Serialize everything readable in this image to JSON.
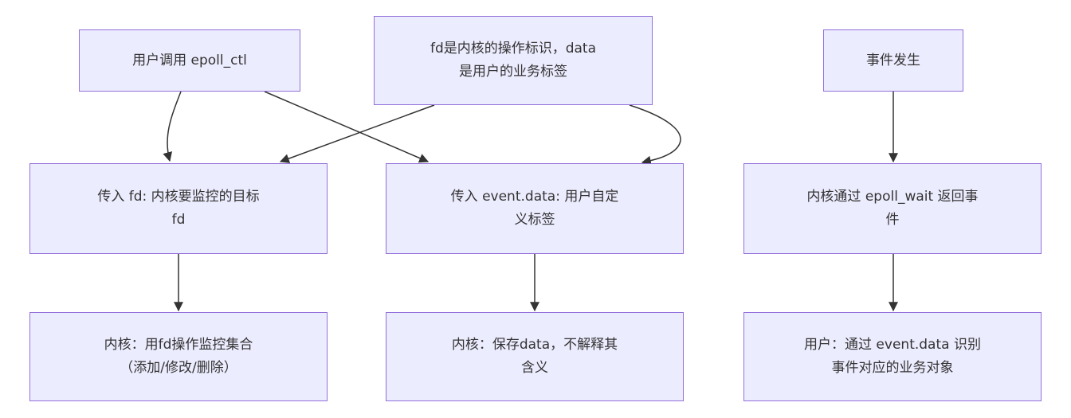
{
  "nodes": {
    "user_call": {
      "lines": [
        "用户调用 epoll_ctl"
      ]
    },
    "fd_note": {
      "lines": [
        "fd是内核的操作标识，data",
        "是用户的业务标签"
      ]
    },
    "event_occurs": {
      "lines": [
        "事件发生"
      ]
    },
    "pass_fd": {
      "lines": [
        "传入 fd: 内核要监控的目标",
        "fd"
      ]
    },
    "pass_data": {
      "lines": [
        "传入 event.data: 用户自定",
        "义标签"
      ]
    },
    "kernel_wait": {
      "lines": [
        "内核通过 epoll_wait 返回事",
        "件"
      ]
    },
    "kernel_fd_ops": {
      "lines": [
        "内核：用fd操作监控集合",
        "（添加/修改/删除）"
      ]
    },
    "kernel_save_data": {
      "lines": [
        "内核：保存data，不解释其",
        "含义"
      ]
    },
    "user_identify": {
      "lines": [
        "用户：通过 event.data 识别",
        "事件对应的业务对象"
      ]
    }
  },
  "colors": {
    "node_fill": "#ECECFF",
    "node_border": "#9370DB",
    "edge": "#333333",
    "text": "#333333"
  }
}
